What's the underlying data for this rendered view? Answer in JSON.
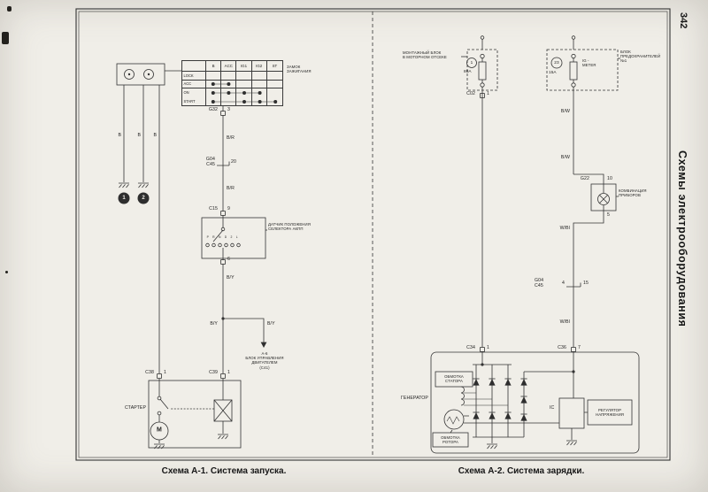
{
  "page": {
    "number": "342",
    "side_title": "Схемы электрооборудования",
    "captions": {
      "a1": "Схема А-1. Система запуска.",
      "a2": "Схема А-2. Система зарядки."
    }
  },
  "wire_labels": {
    "b": "B",
    "br": "B/R",
    "by": "B/Y",
    "bw": "B/W",
    "wbl": "W/Bl"
  },
  "a1": {
    "ignition_switch": {
      "title": "ЗАМОК\nЗАЖИГАНИЯ",
      "cols": [
        "B",
        "ACC",
        "IG1",
        "IG2",
        "ST"
      ],
      "rows": [
        "LOCK",
        "ACC",
        "ON",
        "START"
      ]
    },
    "ground1": "1",
    "ground2": "2",
    "g32": {
      "name": "G32",
      "pin": "3"
    },
    "g04c45": {
      "name": "G04\nC45",
      "pin": "20"
    },
    "c15": {
      "name": "C15",
      "pin_top": "9",
      "pin_bottom": "6"
    },
    "selector_sensor": "ДАТЧИК ПОЛОЖЕНИЯ\nСЕЛЕКТОРА АКПП",
    "gear_positions": "P R N D 2 L",
    "ecu": "А-6\nБЛОК УПРАВЛЕНИЯ\nДВИГАТЕЛЕМ\n(С41)",
    "c38": {
      "name": "C38",
      "pin": "1"
    },
    "c39": {
      "name": "C39",
      "pin": "1"
    },
    "starter": "СТАРТЕР",
    "motor": "M"
  },
  "a2": {
    "mounting_block": "МОНТАЖНЫЙ БЛОК\nВ МОТОРНОМ ОТСЕКЕ",
    "fuse_main": {
      "num": "1",
      "rating": "80А"
    },
    "c02": {
      "name": "C02",
      "pin": "1"
    },
    "fuse_ig": {
      "num": "23",
      "rating": "15А",
      "circuit": "IG -\nMETER"
    },
    "fuse_block": "БЛОК\nПРЕДОХРАНИТЕЛЕЙ\n№1",
    "g22": {
      "name": "G22",
      "pin_top": "10",
      "pin_bottom": "5"
    },
    "cluster": "КОМБИНАЦИЯ\nПРИБОРОВ",
    "g04c45": {
      "name": "G04\nC45",
      "pin_left": "4",
      "pin_right": "15"
    },
    "c34": {
      "name": "C34",
      "pin": "1"
    },
    "c36": {
      "name": "C36",
      "pin": "7"
    },
    "generator": "ГЕНЕРАТОР",
    "stator": "ОБМОТКА\nСТАТОРА",
    "rotor": "ОБМОТКА\nРОТОРА",
    "ic": "IC",
    "regulator": "РЕГУЛЯТОР\nНАПРЯЖЕНИЯ"
  }
}
